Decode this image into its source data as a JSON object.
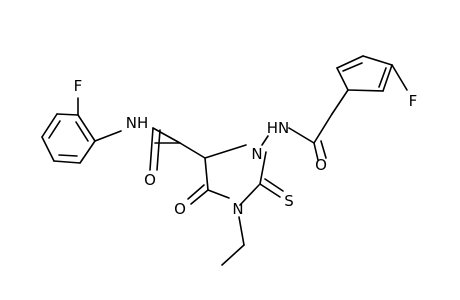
{
  "molecule": {
    "atom_color": "#000000",
    "background": "#ffffff",
    "atoms": {
      "f_left": "F",
      "nh_amide_left": "NH",
      "o_amide_left": "O",
      "o_ring": "O",
      "n_ring_top": "N",
      "n_ring_bottom": "N",
      "s_thione": "S",
      "hn_hydrazide": "HN",
      "o_benzamide": "O",
      "f_right": "F"
    }
  }
}
